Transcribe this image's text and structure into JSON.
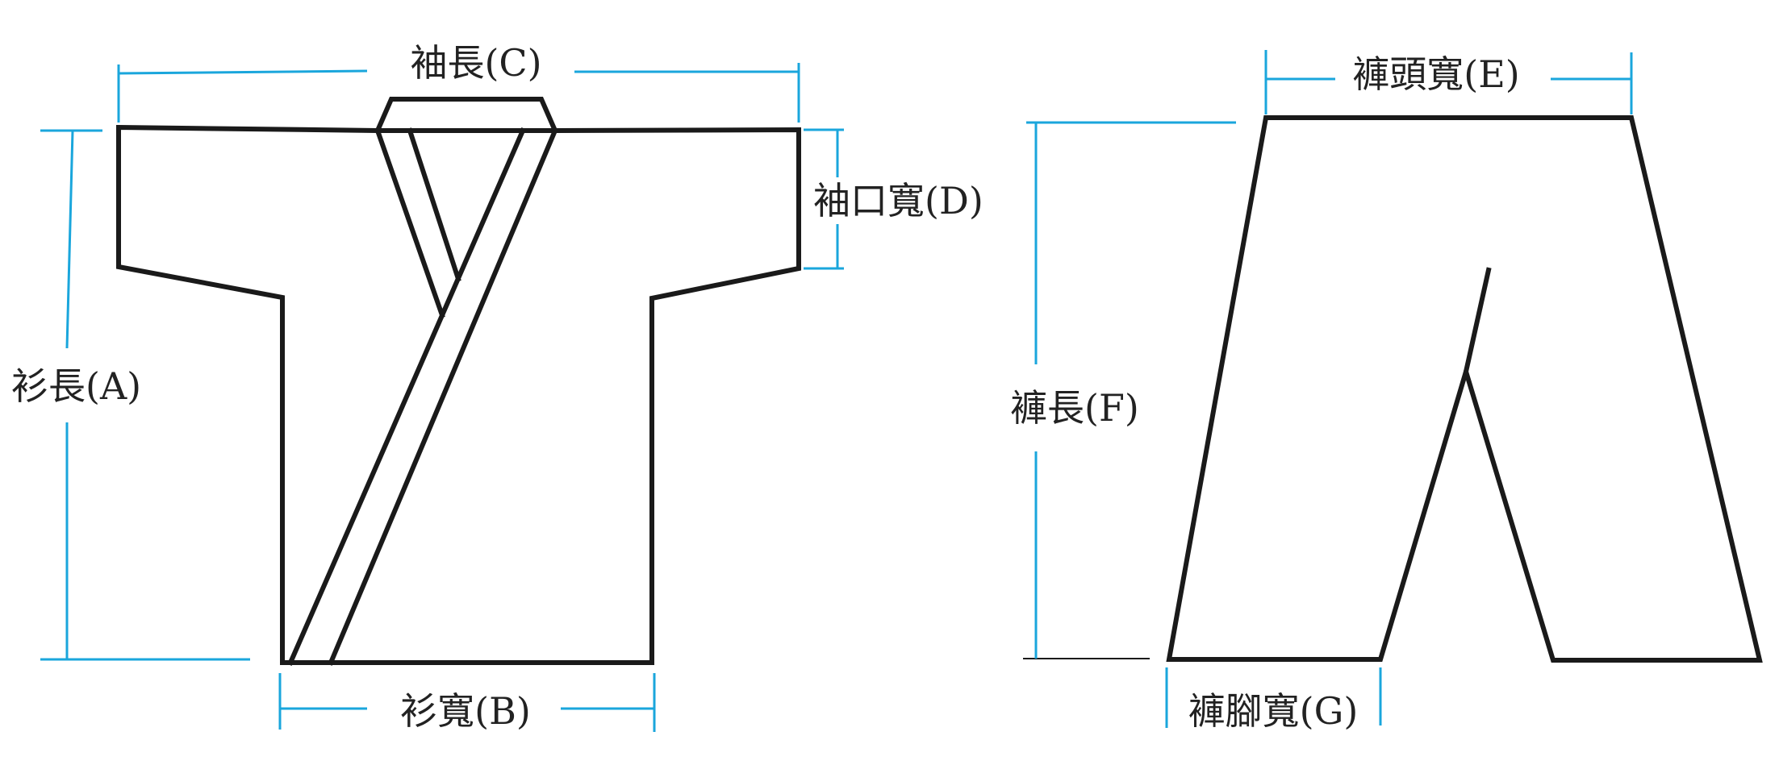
{
  "colors": {
    "outline": "#1a1a1a",
    "dimension": "#1aa6dc",
    "background": "#ffffff"
  },
  "jacket": {
    "sleeve_length": "袖長(C)",
    "cuff_width": "袖口寬(D)",
    "shirt_length": "衫長(A)",
    "shirt_width": "衫寬(B)"
  },
  "pants": {
    "waist_width": "褲頭寬(E)",
    "pants_length": "褲長(F)",
    "leg_opening_width": "褲腳寬(G)"
  }
}
